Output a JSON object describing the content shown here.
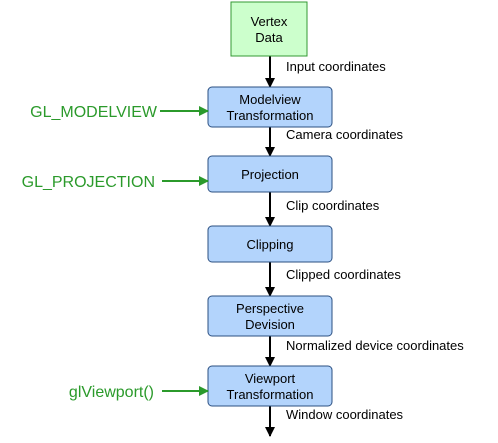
{
  "diagram": {
    "stages": [
      {
        "id": "vertex-data",
        "lines": [
          "Vertex",
          "Data"
        ],
        "kind": "source"
      },
      {
        "id": "modelview-transformation",
        "lines": [
          "Modelview",
          "Transformation"
        ],
        "kind": "process"
      },
      {
        "id": "projection",
        "lines": [
          "Projection"
        ],
        "kind": "process"
      },
      {
        "id": "clipping",
        "lines": [
          "Clipping"
        ],
        "kind": "process"
      },
      {
        "id": "perspective-devision",
        "lines": [
          "Perspective",
          "Devision"
        ],
        "kind": "process"
      },
      {
        "id": "viewport-transformation",
        "lines": [
          "Viewport",
          "Transformation"
        ],
        "kind": "process"
      }
    ],
    "flows": [
      "Input coordinates",
      "Camera coordinates",
      "Clip coordinates",
      "Clipped coordinates",
      "Normalized device coordinates",
      "Window coordinates"
    ],
    "inputs": [
      {
        "label": "GL_MODELVIEW",
        "target": "modelview-transformation"
      },
      {
        "label": "GL_PROJECTION",
        "target": "projection"
      },
      {
        "label": "glViewport()",
        "target": "viewport-transformation"
      }
    ],
    "colors": {
      "source_fill": "#ccffcc",
      "source_stroke": "#339933",
      "process_fill": "#b3d4fc",
      "process_stroke": "#2b4f81",
      "arrow": "#000000",
      "input": "#2b9a2b"
    }
  }
}
